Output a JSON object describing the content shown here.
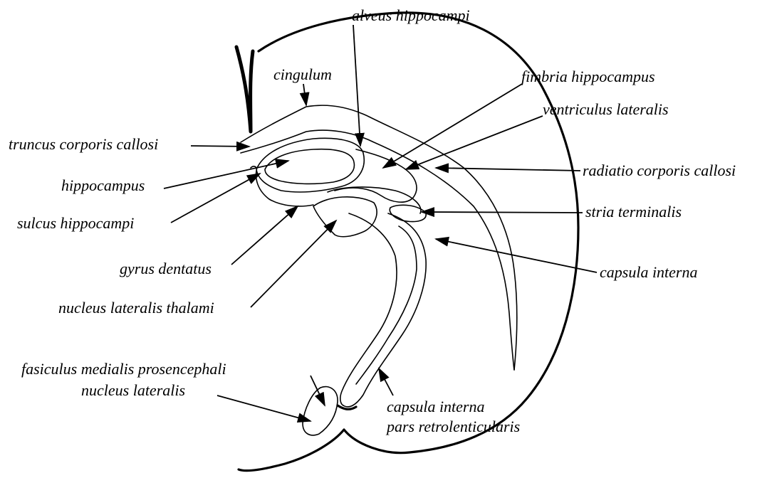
{
  "labels": {
    "alveus_hippocampi": "alveus hippocampi",
    "cingulum": "cingulum",
    "fimbria_hippocampus": "fimbria hippocampus",
    "ventriculus_lateralis": "ventriculus lateralis",
    "truncus_corporis_callosi": "truncus corporis callosi",
    "radiatio_corporis_callosi": "radiatio corporis callosi",
    "hippocampus": "hippocampus",
    "sulcus_hippocampi": "sulcus hippocampi",
    "stria_terminalis": "stria terminalis",
    "gyrus_dentatus": "gyrus dentatus",
    "capsula_interna": "capsula interna",
    "nucleus_lateralis_thalami": "nucleus lateralis thalami",
    "fasiculus_medialis_prosencephali": "fasiculus medialis prosencephali",
    "nucleus_lateralis": "nucleus lateralis",
    "capsula_interna_pars_line1": "capsula interna",
    "capsula_interna_pars_line2": "pars retrolenticularis"
  }
}
